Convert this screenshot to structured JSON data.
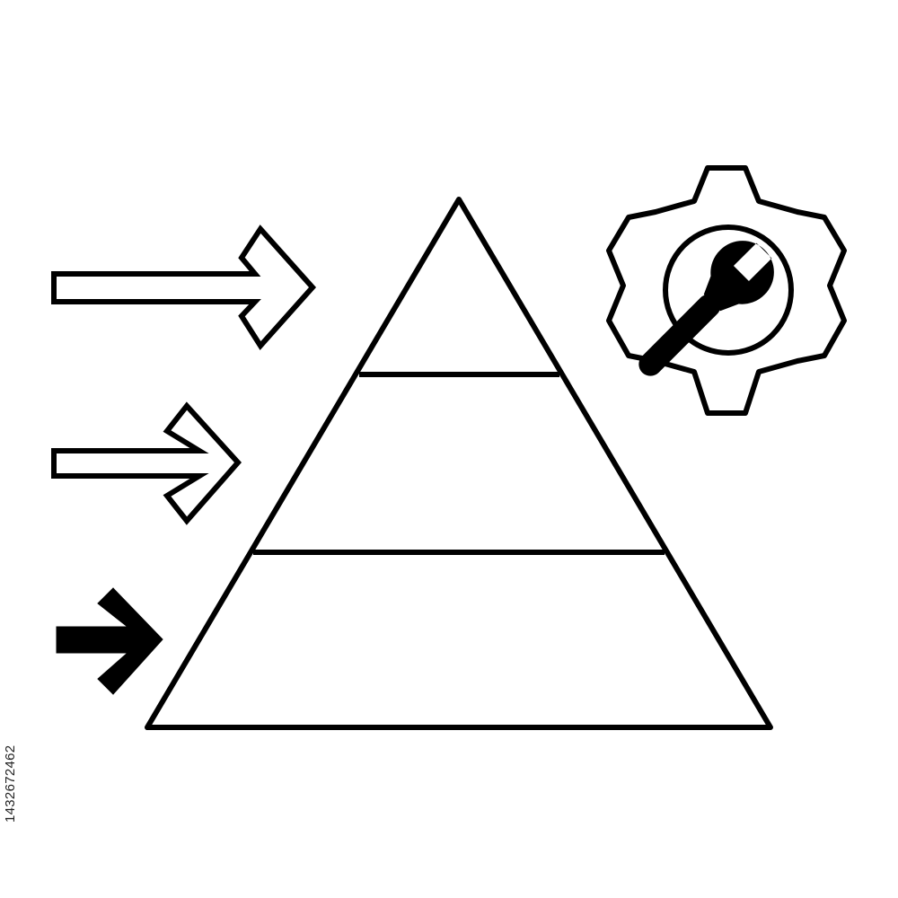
{
  "stock_id": "1432672462",
  "colors": {
    "stroke": "#000000",
    "background": "#ffffff"
  },
  "pyramid": {
    "levels": 3
  },
  "arrows": [
    {
      "style": "outline"
    },
    {
      "style": "outline"
    },
    {
      "style": "filled"
    }
  ],
  "icon": "gear-wrench-icon"
}
